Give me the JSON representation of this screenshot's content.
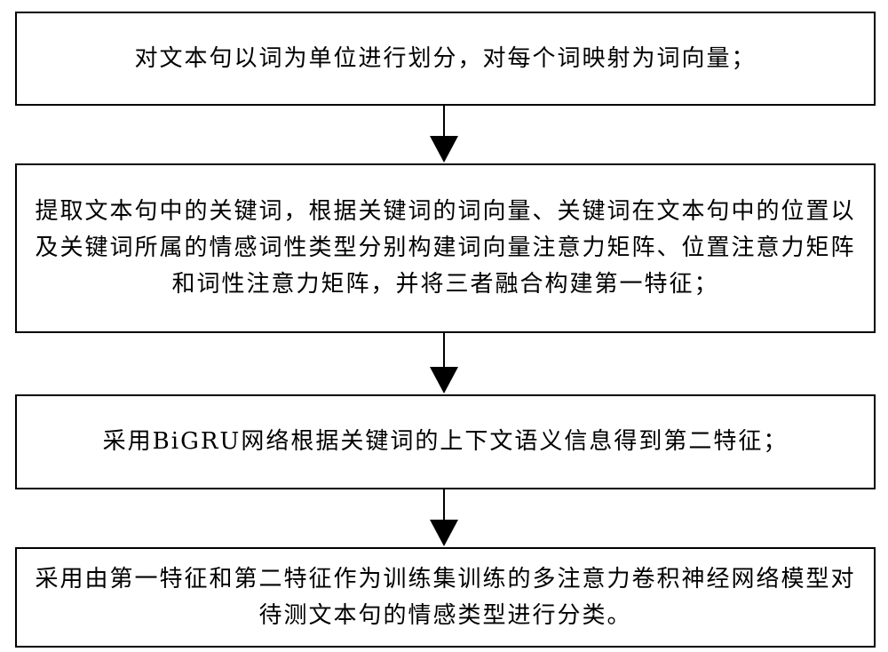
{
  "steps": [
    {
      "text": "对文本句以词为单位进行划分，对每个词映射为词向量；"
    },
    {
      "text": "提取文本句中的关键词，根据关键词的词向量、关键词在文本句中的位置以及关键词所属的情感词性类型分别构建词向量注意力矩阵、位置注意力矩阵和词性注意力矩阵，并将三者融合构建第一特征；"
    },
    {
      "text": "采用BiGRU网络根据关键词的上下文语义信息得到第二特征；"
    },
    {
      "text": "采用由第一特征和第二特征作为训练集训练的多注意力卷积神经网络模型对待测文本句的情感类型进行分类。"
    }
  ],
  "colors": {
    "stroke": "#000000",
    "fill": "#ffffff"
  }
}
